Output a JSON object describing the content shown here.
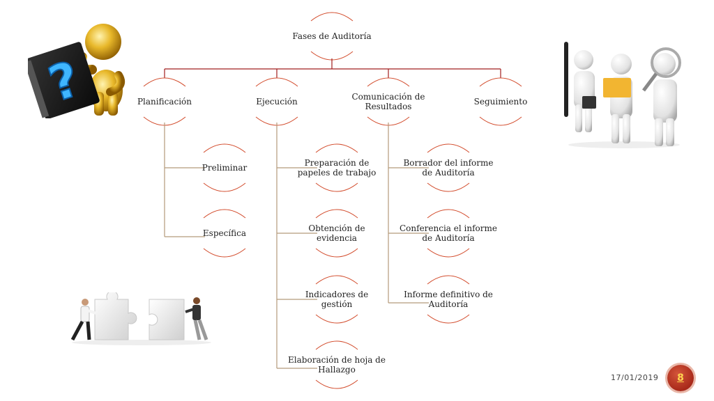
{
  "colors": {
    "arc": "#d24a2a",
    "branch_main": "#a11d1d",
    "branch_sub": "#b59a7a",
    "badge": "#b93520"
  },
  "diagram": {
    "root": {
      "label": "Fases de Auditoría"
    },
    "phases": [
      {
        "id": "planificacion",
        "label": "Planificación",
        "children": [
          "Preliminar",
          "Específica"
        ]
      },
      {
        "id": "ejecucion",
        "label": "Ejecución",
        "children": [
          "Preparación de papeles de trabajo",
          "Obtención de evidencia",
          "Indicadores de gestión",
          "Elaboración de hoja de Hallazgo"
        ]
      },
      {
        "id": "comunicacion",
        "label": "Comunicación de Resultados",
        "children": [
          "Borrador del informe de Auditoría",
          "Conferencia el informe de Auditoría",
          "Informe definitivo de Auditoría"
        ]
      },
      {
        "id": "seguimiento",
        "label": "Seguimiento",
        "children": []
      }
    ]
  },
  "footer": {
    "date": "17/01/2019",
    "page_number": "8"
  },
  "images": [
    {
      "name": "gold-figure-question-book-icon"
    },
    {
      "name": "business-figures-pen-briefcase-magnifier-icon"
    },
    {
      "name": "people-pushing-puzzle-pieces-icon"
    }
  ]
}
